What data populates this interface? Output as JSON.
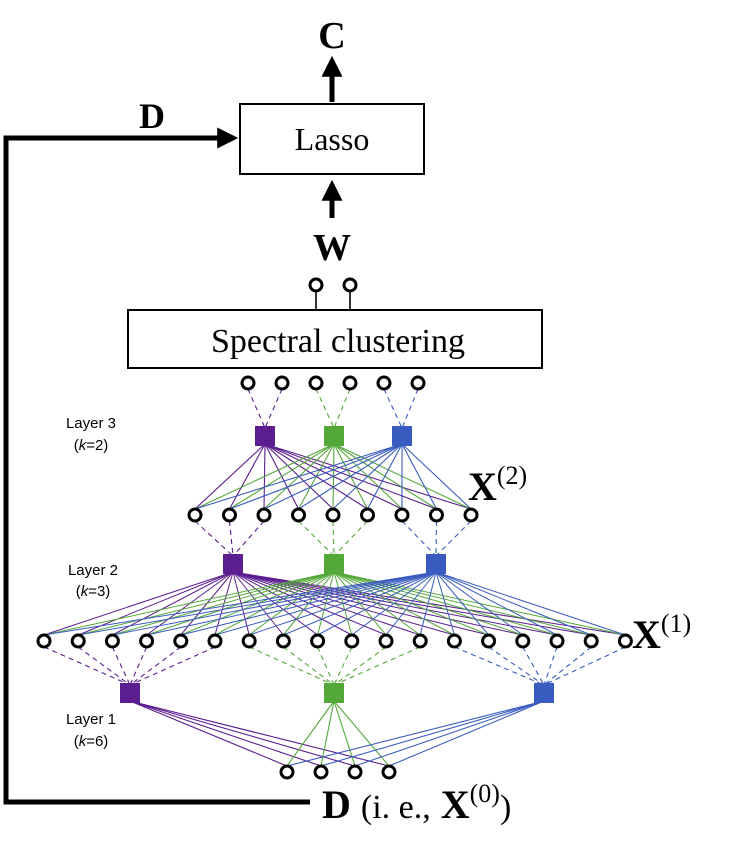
{
  "outputs": {
    "C": "C",
    "D": "D",
    "W": "W"
  },
  "boxes": {
    "lasso": "Lasso",
    "spectral": "Spectral clustering"
  },
  "layers": [
    {
      "name": "Layer 3",
      "k_prefix": "(",
      "k_var": "k",
      "k_value": "=2)"
    },
    {
      "name": "Layer 2",
      "k_prefix": "(",
      "k_var": "k",
      "k_value": "=3)"
    },
    {
      "name": "Layer 1",
      "k_prefix": "(",
      "k_var": "k",
      "k_value": "=6)"
    }
  ],
  "matrices": [
    {
      "base": "X",
      "sup": "(2)"
    },
    {
      "base": "X",
      "sup": "(1)"
    }
  ],
  "bottom_label": {
    "D": "D",
    "ie": "(i. e.,",
    "X": "X",
    "sup": "(0)",
    "close": ")"
  },
  "colors": {
    "purple": "#5b1d8f",
    "green": "#54a83a",
    "blue": "#3a5cc0",
    "black": "#000000"
  },
  "node_counts": {
    "spectral_outputs": 2,
    "spectral_inputs": 6,
    "x2_row": 9,
    "x1_row": 18,
    "x0_row": 4
  }
}
